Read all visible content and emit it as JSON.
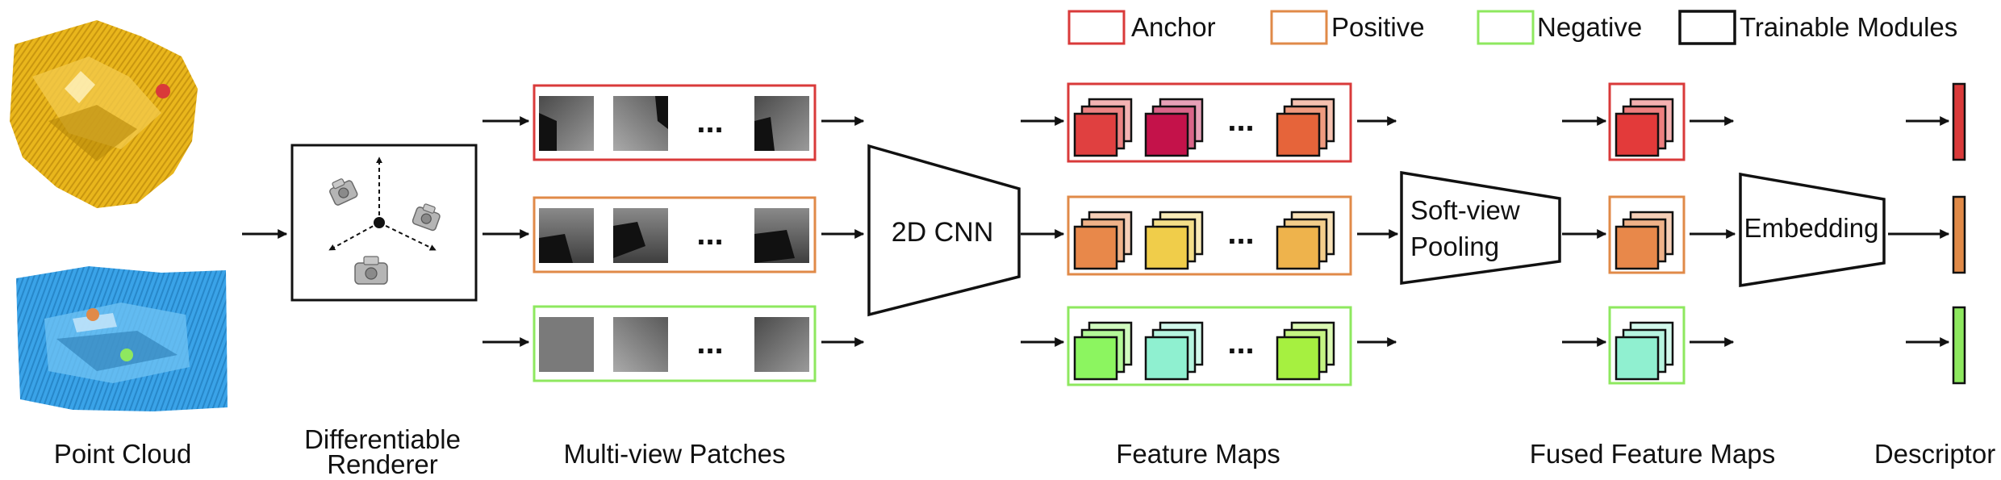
{
  "legend": {
    "anchor": "Anchor",
    "positive": "Positive",
    "negative": "Negative",
    "trainable": "Trainable Modules"
  },
  "colors": {
    "anchor": "#d93a3a",
    "positive": "#e08a48",
    "negative": "#8ee85f",
    "trainable": "#111111",
    "yellow_cloud": "#e9b61c",
    "blue_cloud": "#3aa3e8"
  },
  "modules": {
    "cnn": "2D CNN",
    "pooling_line1": "Soft-view",
    "pooling_line2": "Pooling",
    "embedding": "Embedding"
  },
  "ellipsis": "...",
  "captions": {
    "point_cloud": "Point Cloud",
    "renderer_line1": "Differentiable",
    "renderer_line2": "Renderer",
    "patches": "Multi-view Patches",
    "feature_maps": "Feature Maps",
    "fused": "Fused Feature Maps",
    "descriptor": "Descriptor"
  },
  "rows": [
    {
      "id": "anchor",
      "fm_colors": [
        "#e04040",
        "#c4124a",
        "#e6643a"
      ],
      "fused": "#e33a3a",
      "desc": "#d93a3a"
    },
    {
      "id": "positive",
      "fm_colors": [
        "#e8884a",
        "#f0cd4a",
        "#eeb34c"
      ],
      "fused": "#e8884a",
      "desc": "#e08a48"
    },
    {
      "id": "negative",
      "fm_colors": [
        "#8cf560",
        "#8ff0d0",
        "#a6f040"
      ],
      "fused": "#90f0d0",
      "desc": "#8ee85f"
    }
  ]
}
